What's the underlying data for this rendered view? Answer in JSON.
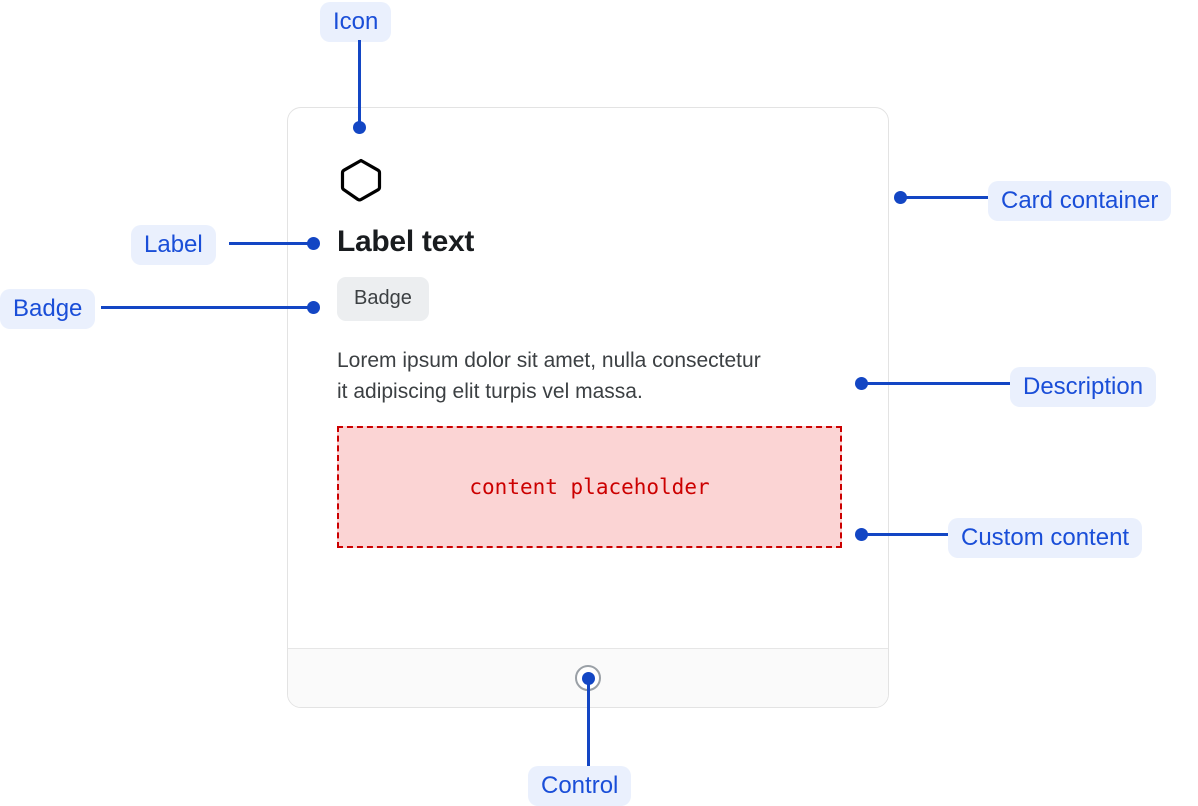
{
  "card": {
    "icon_name": "hexagon-icon",
    "label": "Label text",
    "badge": "Badge",
    "description": "Lorem ipsum dolor sit amet, nulla consectetur it adipiscing elit turpis vel massa.",
    "placeholder": "content placeholder",
    "control_name": "control-knob"
  },
  "annotations": {
    "icon": "Icon",
    "card_container": "Card container",
    "label": "Label",
    "badge": "Badge",
    "description": "Description",
    "custom_content": "Custom content",
    "control": "Control"
  },
  "colors": {
    "annotation_text": "#1a4ed8",
    "annotation_pill_bg": "#eaf0fd",
    "annotation_line": "#1346c4",
    "card_border": "#e3e3e3",
    "badge_bg": "#eceef0",
    "placeholder_border": "#cc0000",
    "placeholder_bg": "#fbd4d4",
    "placeholder_text": "#cc0000",
    "footer_bg": "#fafafa",
    "label_text": "#191c1f",
    "description_text": "#3c4043"
  }
}
